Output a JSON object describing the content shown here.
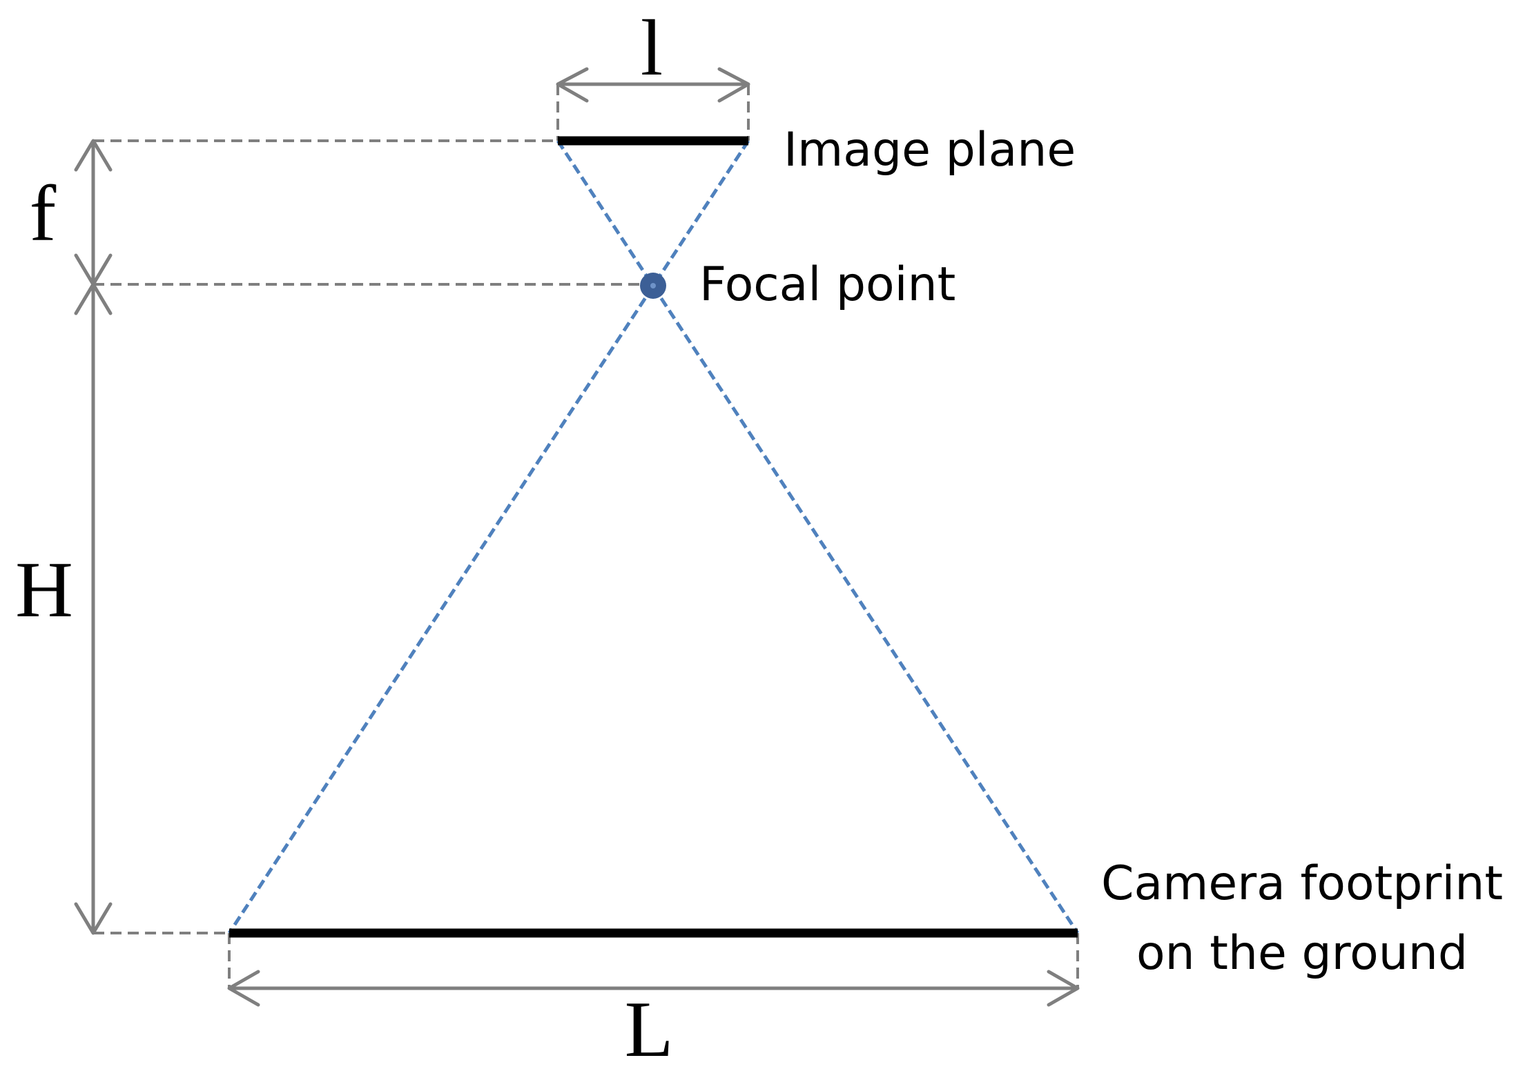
{
  "labels": {
    "image_plane": "Image plane",
    "focal_point": "Focal point",
    "footprint_line1": "Camera footprint",
    "footprint_line2": "on the ground",
    "sensor_width": "l",
    "focal_length": "f",
    "height": "H",
    "footprint_width": "L"
  },
  "colors": {
    "rays": "#4f81bd",
    "focal_point": "#3c5f96",
    "dimension_lines": "#7f7f7f",
    "planes": "#000000"
  }
}
